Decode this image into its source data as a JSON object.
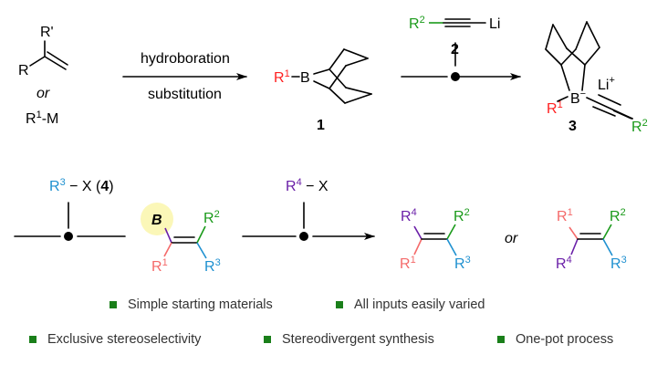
{
  "colors": {
    "black": "#000000",
    "r1_red": "#ff2020",
    "r1_pink": "#f46a6a",
    "r2_green": "#1a9a1a",
    "r3_blue": "#1e90d0",
    "r4_purple": "#6a1fa8",
    "boron_highlight": "#fbf7b8",
    "bullet_green": "#1a7f1a",
    "feature_text": "#333333"
  },
  "step1": {
    "alkene_sub_top": "R'",
    "alkene_sub_left": "R",
    "or_label": "or",
    "organometallic": {
      "r": "R",
      "sup": "1",
      "rest": "-M"
    },
    "arrow_above": "hydroboration",
    "arrow_below": "substitution"
  },
  "compound1": {
    "r": "R",
    "sup": "1",
    "boron": "B",
    "label": "1",
    "description": "R1-9-BBN"
  },
  "reagent2": {
    "r": "R",
    "sup": "2",
    "metal": "Li",
    "label": "2"
  },
  "compound3": {
    "r1": "R",
    "r1_sup": "1",
    "boron": "B",
    "charge": "−",
    "counterion": "Li",
    "counterion_charge": "+",
    "r2": "R",
    "r2_sup": "2",
    "label": "3"
  },
  "step2": {
    "reagent": {
      "r": "R",
      "sup": "3",
      "rest": "X",
      "label": "4"
    }
  },
  "intermediate": {
    "boron": "B",
    "r1": "R",
    "r1_sup": "1",
    "r2": "R",
    "r2_sup": "2",
    "r3": "R",
    "r3_sup": "3"
  },
  "step3": {
    "reagent": {
      "r": "R",
      "sup": "4",
      "rest": "X"
    }
  },
  "product_a": {
    "r4": "R",
    "r4_sup": "4",
    "r1": "R",
    "r1_sup": "1",
    "r2": "R",
    "r2_sup": "2",
    "r3": "R",
    "r3_sup": "3"
  },
  "or_label": "or",
  "product_b": {
    "r1": "R",
    "r1_sup": "1",
    "r4": "R",
    "r4_sup": "4",
    "r2": "R",
    "r2_sup": "2",
    "r3": "R",
    "r3_sup": "3"
  },
  "features": [
    {
      "label": "Simple starting materials"
    },
    {
      "label": "All inputs easily varied"
    },
    {
      "label": "Exclusive stereoselectivity"
    },
    {
      "label": "Stereodivergent synthesis"
    },
    {
      "label": "One-pot process"
    }
  ]
}
